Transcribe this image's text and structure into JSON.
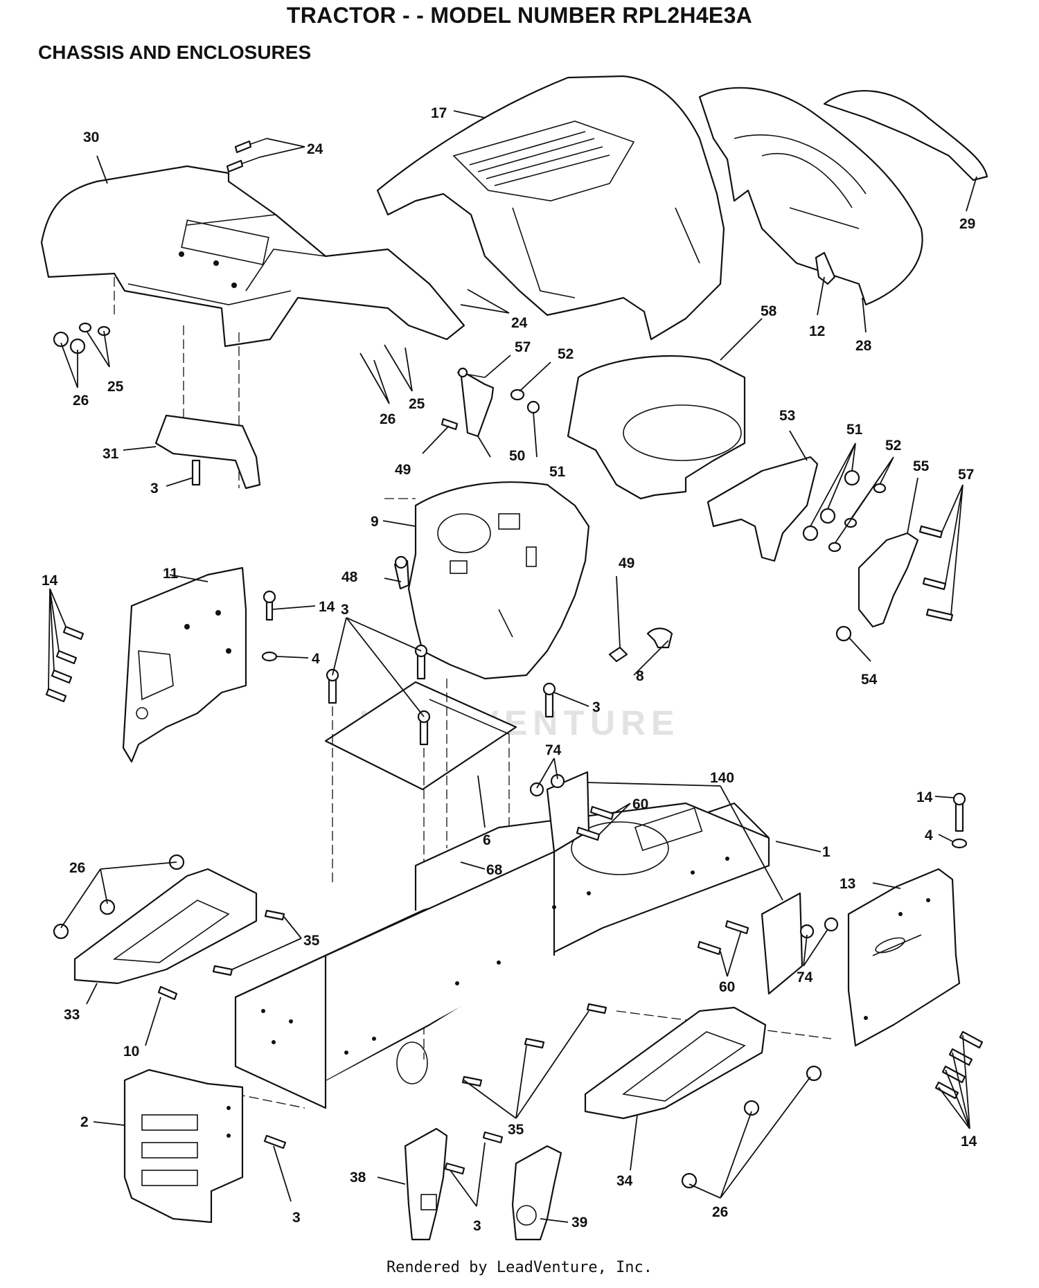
{
  "title": "TRACTOR - - MODEL NUMBER RPL2H4E3A",
  "subtitle": "CHASSIS AND ENCLOSURES",
  "footer": "Rendered by LeadVenture, Inc.",
  "watermark": "LEADVENTURE",
  "callouts": {
    "c17": "17",
    "c30": "30",
    "c24a": "24",
    "c24b": "24",
    "c29": "29",
    "c12": "12",
    "c28": "28",
    "c58": "58",
    "c57a": "57",
    "c52a": "52",
    "c25a": "25",
    "c26a": "26",
    "c25b": "25",
    "c26b": "26",
    "c49a": "49",
    "c50": "50",
    "c51a": "51",
    "c31": "31",
    "c3a": "3",
    "c9": "9",
    "c53": "53",
    "c51b": "51",
    "c52b": "52",
    "c55": "55",
    "c57b": "57",
    "c48": "48",
    "c49b": "49",
    "c11": "11",
    "c14a": "14",
    "c14b": "14",
    "c4a": "4",
    "c3b": "3",
    "c8": "8",
    "c54": "54",
    "c3c": "3",
    "c74a": "74",
    "c140": "140",
    "c60a": "60",
    "c6": "6",
    "c68": "68",
    "c14c": "14",
    "c4b": "4",
    "c1": "1",
    "c13": "13",
    "c26c": "26",
    "c35a": "35",
    "c74b": "74",
    "c60b": "60",
    "c33": "33",
    "c10": "10",
    "c34": "34",
    "c2": "2",
    "c35b": "35",
    "c14d": "14",
    "c38": "38",
    "c3d": "3",
    "c39": "39",
    "c3e": "3",
    "c26d": "26"
  }
}
